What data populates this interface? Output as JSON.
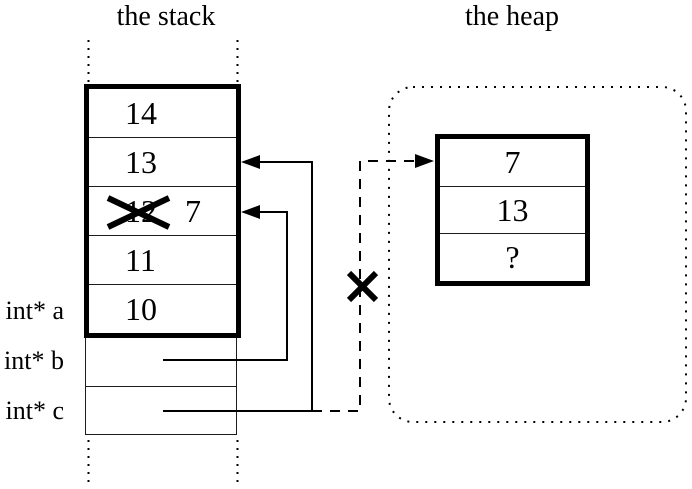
{
  "titles": {
    "stack": "the stack",
    "heap": "the heap"
  },
  "stack": {
    "cells": [
      {
        "value": "14"
      },
      {
        "value": "13"
      },
      {
        "value": "12",
        "crossed_out": true,
        "replacement": "7"
      },
      {
        "value": "11"
      },
      {
        "value": "10"
      }
    ]
  },
  "variables": [
    {
      "label": "int* a"
    },
    {
      "label": "int* b"
    },
    {
      "label": "int* c"
    }
  ],
  "heap": {
    "cells": [
      {
        "value": "7"
      },
      {
        "value": "13"
      },
      {
        "value": "?"
      }
    ]
  },
  "colors": {
    "ink": "#000000",
    "thin_line": "#1c1c1c",
    "background": "#ffffff"
  }
}
